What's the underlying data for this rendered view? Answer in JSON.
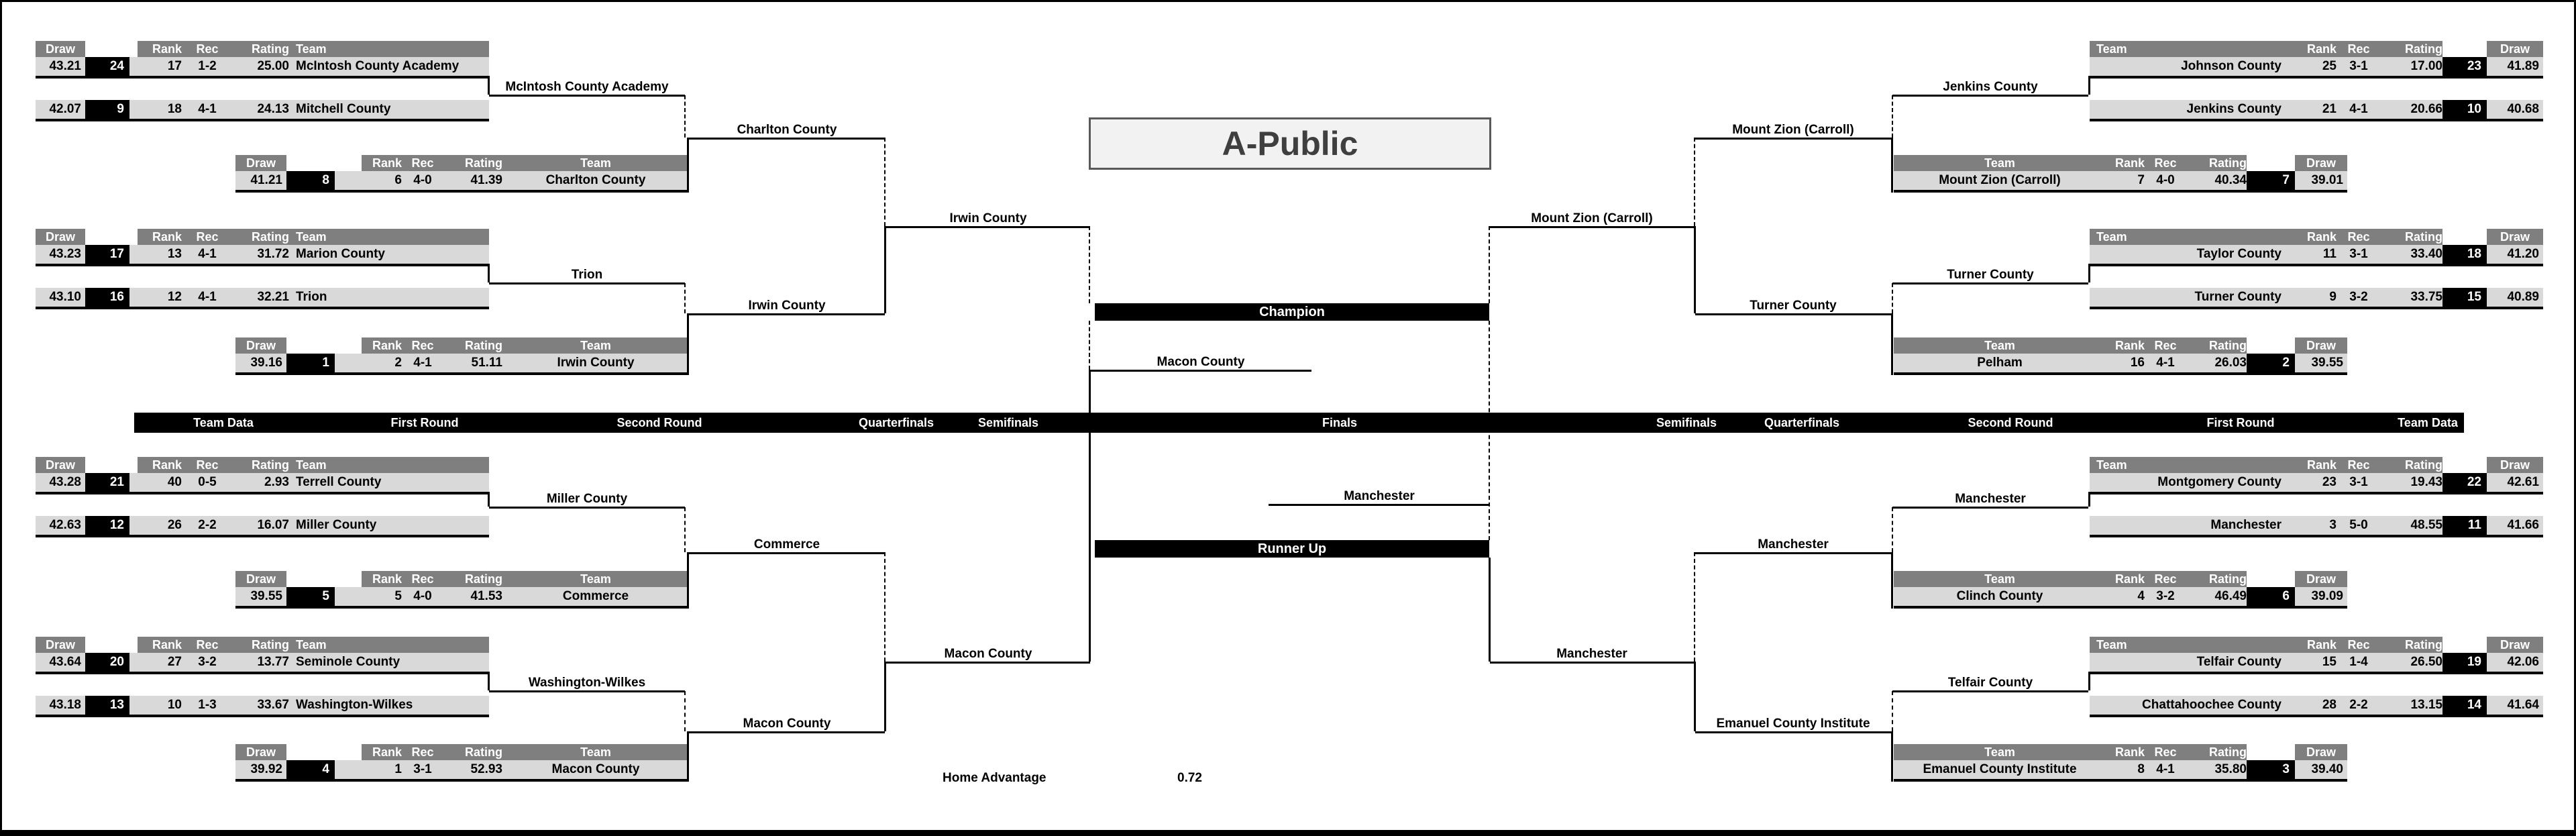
{
  "title": "A-Public",
  "cols": {
    "draw": "Draw",
    "rank": "Rank",
    "rec": "Rec",
    "rating": "Rating",
    "team": "Team"
  },
  "rounds": [
    "Team Data",
    "First Round",
    "Second Round",
    "Quarterfinals",
    "Semifinals",
    "Finals",
    "Semifinals",
    "Quarterfinals",
    "Second Round",
    "First Round",
    "Team Data"
  ],
  "fr": [
    {
      "t1": {
        "draw": "43.21",
        "seed": "24",
        "rank": "17",
        "rec": "1-2",
        "rating": "25.00",
        "name": "McIntosh County Academy"
      },
      "t2": {
        "draw": "42.07",
        "seed": "9",
        "rank": "18",
        "rec": "4-1",
        "rating": "24.13",
        "name": "Mitchell County"
      },
      "winner": "McIntosh County Academy"
    },
    {
      "t1": {
        "draw": "43.23",
        "seed": "17",
        "rank": "13",
        "rec": "4-1",
        "rating": "31.72",
        "name": "Marion County"
      },
      "t2": {
        "draw": "43.10",
        "seed": "16",
        "rank": "12",
        "rec": "4-1",
        "rating": "32.21",
        "name": "Trion"
      },
      "winner": "Trion"
    },
    {
      "t1": {
        "draw": "43.28",
        "seed": "21",
        "rank": "40",
        "rec": "0-5",
        "rating": "2.93",
        "name": "Terrell County"
      },
      "t2": {
        "draw": "42.63",
        "seed": "12",
        "rank": "26",
        "rec": "2-2",
        "rating": "16.07",
        "name": "Miller County"
      },
      "winner": "Miller County"
    },
    {
      "t1": {
        "draw": "43.64",
        "seed": "20",
        "rank": "27",
        "rec": "3-2",
        "rating": "13.77",
        "name": "Seminole County"
      },
      "t2": {
        "draw": "43.18",
        "seed": "13",
        "rank": "10",
        "rec": "1-3",
        "rating": "33.67",
        "name": "Washington-Wilkes"
      },
      "winner": "Washington-Wilkes"
    },
    {
      "t1": {
        "draw": "41.89",
        "seed": "23",
        "rank": "25",
        "rec": "3-1",
        "rating": "17.00",
        "name": "Johnson County"
      },
      "t2": {
        "draw": "40.68",
        "seed": "10",
        "rank": "21",
        "rec": "4-1",
        "rating": "20.66",
        "name": "Jenkins County"
      },
      "winner": "Jenkins County"
    },
    {
      "t1": {
        "draw": "41.20",
        "seed": "18",
        "rank": "11",
        "rec": "3-1",
        "rating": "33.40",
        "name": "Taylor County"
      },
      "t2": {
        "draw": "40.89",
        "seed": "15",
        "rank": "9",
        "rec": "3-2",
        "rating": "33.75",
        "name": "Turner County"
      },
      "winner": "Turner County"
    },
    {
      "t1": {
        "draw": "42.61",
        "seed": "22",
        "rank": "23",
        "rec": "3-1",
        "rating": "19.43",
        "name": "Montgomery County"
      },
      "t2": {
        "draw": "41.66",
        "seed": "11",
        "rank": "3",
        "rec": "5-0",
        "rating": "48.55",
        "name": "Manchester"
      },
      "winner": "Manchester"
    },
    {
      "t1": {
        "draw": "42.06",
        "seed": "19",
        "rank": "15",
        "rec": "1-4",
        "rating": "26.50",
        "name": "Telfair County"
      },
      "t2": {
        "draw": "41.64",
        "seed": "14",
        "rank": "28",
        "rec": "2-2",
        "rating": "13.15",
        "name": "Chattahoochee County"
      },
      "winner": "Telfair County"
    }
  ],
  "sr": [
    {
      "draw": "41.21",
      "seed": "8",
      "rank": "6",
      "rec": "4-0",
      "rating": "41.39",
      "name": "Charlton County",
      "winner": "Charlton County"
    },
    {
      "draw": "39.16",
      "seed": "1",
      "rank": "2",
      "rec": "4-1",
      "rating": "51.11",
      "name": "Irwin County",
      "winner": "Irwin County"
    },
    {
      "draw": "39.55",
      "seed": "5",
      "rank": "5",
      "rec": "4-0",
      "rating": "41.53",
      "name": "Commerce",
      "winner": "Commerce"
    },
    {
      "draw": "39.92",
      "seed": "4",
      "rank": "1",
      "rec": "3-1",
      "rating": "52.93",
      "name": "Macon County",
      "winner": "Macon County"
    },
    {
      "draw": "39.01",
      "seed": "7",
      "rank": "7",
      "rec": "4-0",
      "rating": "40.34",
      "name": "Mount Zion (Carroll)",
      "winner": "Mount Zion (Carroll)"
    },
    {
      "draw": "39.55",
      "seed": "2",
      "rank": "16",
      "rec": "4-1",
      "rating": "26.03",
      "name": "Pelham",
      "winner": "Turner County"
    },
    {
      "draw": "39.09",
      "seed": "6",
      "rank": "4",
      "rec": "3-2",
      "rating": "46.49",
      "name": "Clinch County",
      "winner": "Manchester"
    },
    {
      "draw": "39.40",
      "seed": "3",
      "rank": "8",
      "rec": "4-1",
      "rating": "35.80",
      "name": "Emanuel County Institute",
      "winner": "Emanuel County Institute"
    }
  ],
  "sf": [
    "Irwin County",
    "Macon County",
    "Mount Zion (Carroll)",
    "Manchester"
  ],
  "finals": {
    "left": "Macon County",
    "right": "Manchester",
    "champion_label": "Champion",
    "runner_up_label": "Runner Up"
  },
  "footer": {
    "home_advantage_label": "Home Advantage",
    "home_advantage_value": "0.72"
  }
}
